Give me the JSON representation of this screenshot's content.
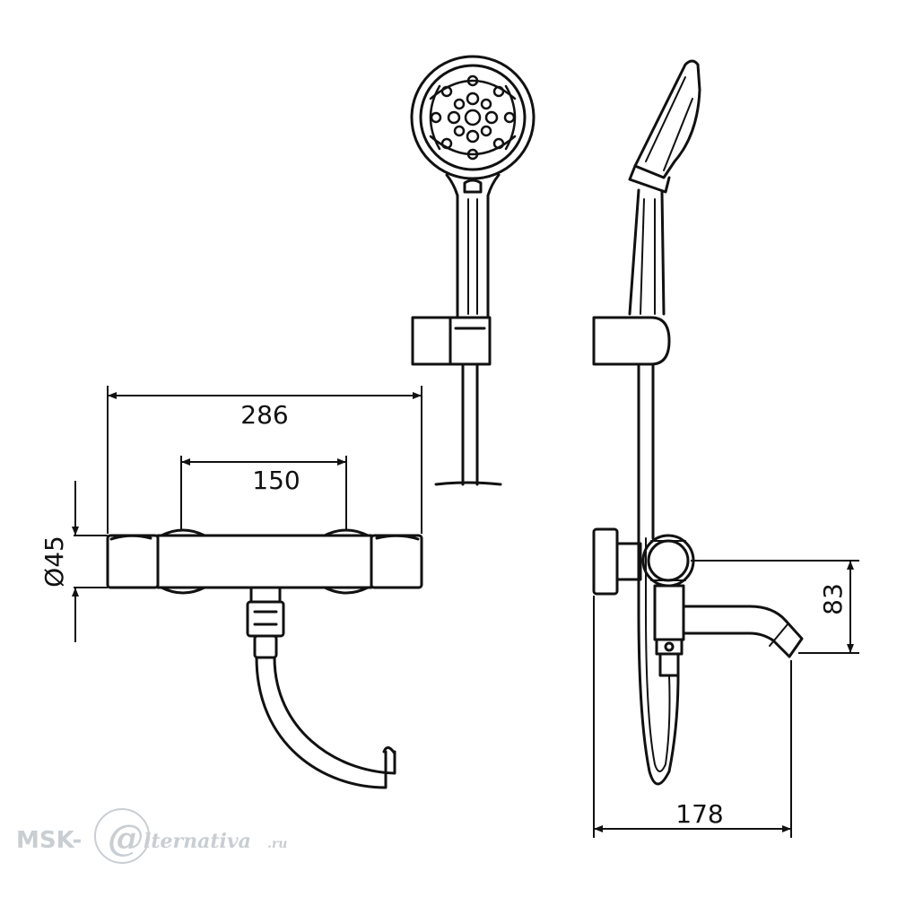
{
  "dimensions": {
    "width_total": "286",
    "center_distance": "150",
    "diameter": "Ø45",
    "height_spout": "83",
    "depth": "178"
  },
  "watermark": {
    "prefix": "MSK-",
    "at": "@",
    "suffix": "lternativa",
    "tld": ".ru"
  }
}
